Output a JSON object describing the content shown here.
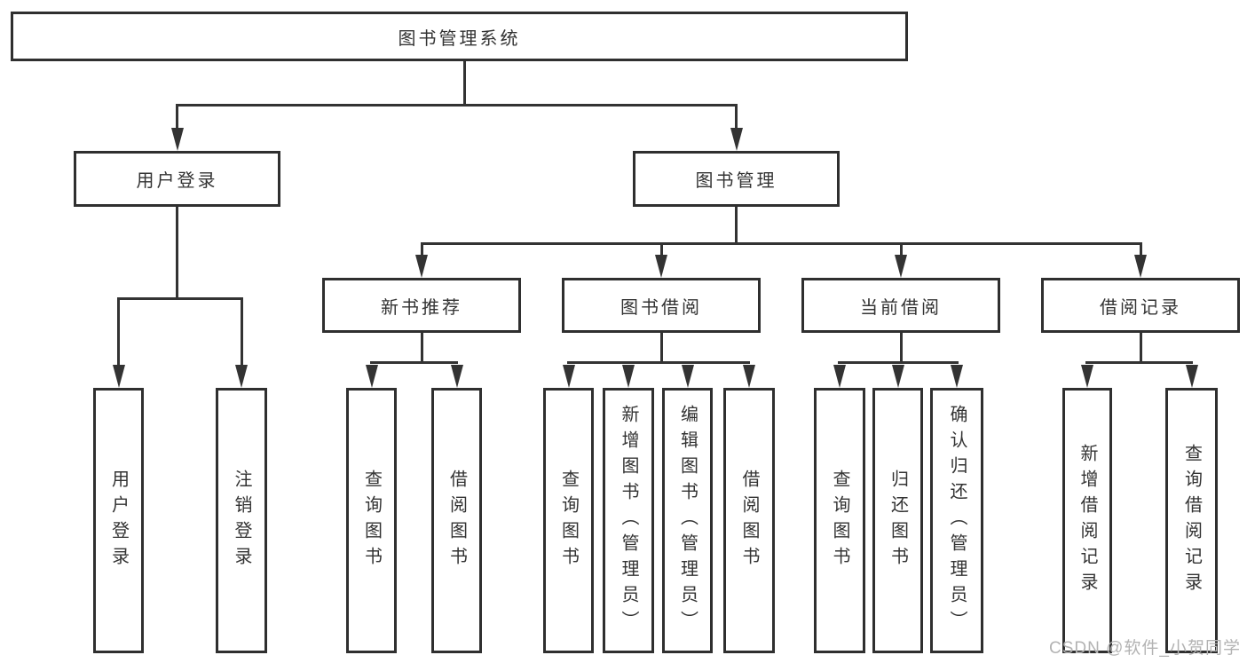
{
  "diagram": {
    "root": "图书管理系统",
    "level2": {
      "user_login": "用户登录",
      "book_management": "图书管理"
    },
    "level3": {
      "new_book": "新书推荐",
      "borrowing": "图书借阅",
      "current": "当前借阅",
      "records": "借阅记录"
    },
    "leaves": {
      "user_login": [
        "用户登录",
        "注销登录"
      ],
      "new_book": [
        "查询图书",
        "借阅图书"
      ],
      "borrowing": [
        "查询图书",
        "新增图书（管理员）",
        "编辑图书（管理员）",
        "借阅图书"
      ],
      "current": [
        "查询图书",
        "归还图书",
        "确认归还（管理员）"
      ],
      "records": [
        "新增借阅记录",
        "查询借阅记录"
      ]
    }
  },
  "watermark": "CSDN @软件_小贺同学",
  "colors": {
    "line": "#333333",
    "box_border": "#2f2f2f",
    "text": "#333333",
    "watermark": "#b3b3b3",
    "background": "#ffffff"
  }
}
